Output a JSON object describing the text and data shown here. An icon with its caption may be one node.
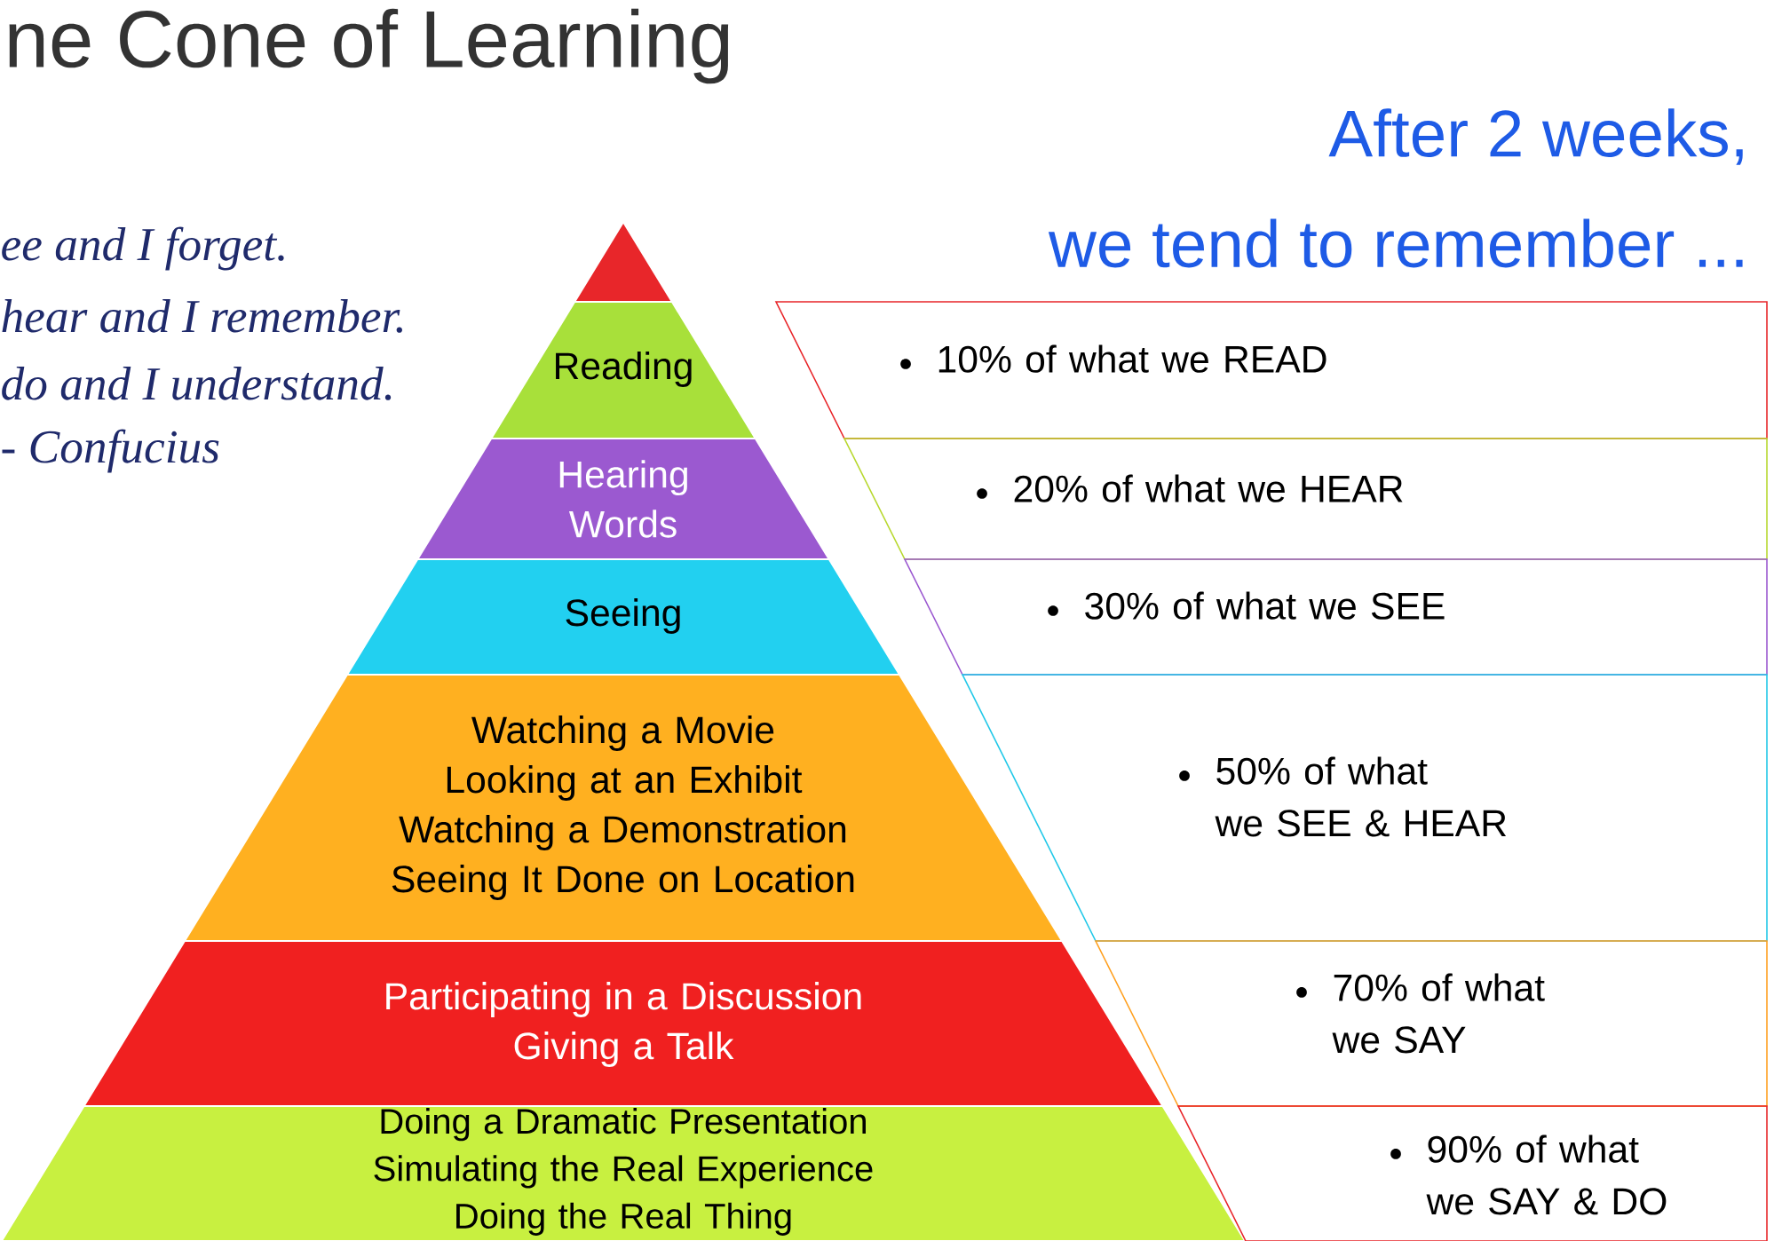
{
  "diagram": {
    "title": "ne Cone of Learning",
    "nodes": [
      {
        "text": [],
        "shape": "triangle"
      },
      {
        "text": [
          "Reading"
        ]
      },
      {
        "text": [
          "Hearing Words"
        ]
      },
      {
        "text": [
          "Seeing"
        ]
      },
      {
        "text": [
          "Watching a Movie",
          "Looking at an Exhibit",
          "Watching a Demonstration",
          "Seeing It Done on Location"
        ]
      },
      {
        "text": [
          "Participating in a Discussion",
          "Giving a Talk"
        ]
      },
      {
        "text": [
          "Doing a Dramatic Presentation",
          "Simulating the Real Experience",
          "Doing the Real Thing"
        ]
      },
      {
        "text": [
          "10% of what we READ"
        ]
      },
      {
        "text": [
          "20% of what we HEAR"
        ]
      },
      {
        "text": [
          "30% of what we SEE"
        ]
      },
      {
        "text": [
          "50% of what",
          "we SEE & HEAR"
        ]
      },
      {
        "text": [
          "70% of what",
          "we SAY"
        ]
      },
      {
        "text": [
          "90% of what",
          "we SAY & DO"
        ]
      }
    ],
    "edges": [],
    "labels": [
      "After 2 weeks,",
      "we tend to remember ...",
      "ee and I forget.",
      "hear and I remember.",
      "do and I understand.",
      "- Confucius"
    ]
  }
}
